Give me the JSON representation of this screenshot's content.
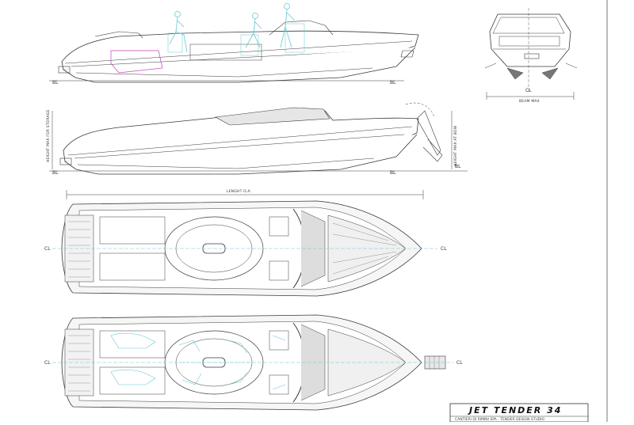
{
  "drawing": {
    "title": "JET TENDER 34",
    "subtitle": "CANTIERI DI RIMINI SPA - TENDER DESIGN STUDIO"
  },
  "labels": {
    "baseline": "BL",
    "centerline": "CL",
    "beam_max": "BEAM MAX",
    "height_storage": "HEIGHT MAX FOR STORAGE",
    "height_bow": "HEIGHT MAX AT BOW",
    "length_oa": "LENGHT O.A."
  },
  "colors": {
    "line": "#3a3a3a",
    "figure": "#62c8d4",
    "accent": "#c040c0",
    "deck": "#f2f2f2"
  }
}
